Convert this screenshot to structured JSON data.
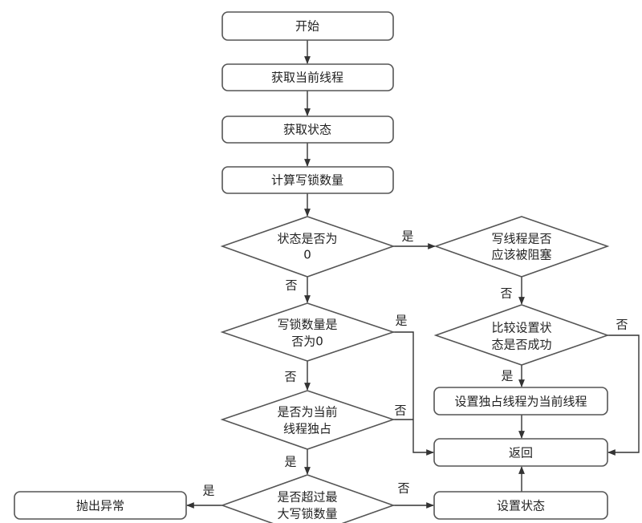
{
  "diagram": {
    "type": "flowchart",
    "nodes": {
      "start": {
        "shape": "rounded-rect",
        "lines": [
          "开始"
        ]
      },
      "get_thread": {
        "shape": "rounded-rect",
        "lines": [
          "获取当前线程"
        ]
      },
      "get_state": {
        "shape": "rounded-rect",
        "lines": [
          "获取状态"
        ]
      },
      "calc_write_count": {
        "shape": "rounded-rect",
        "lines": [
          "计算写锁数量"
        ]
      },
      "state_zero": {
        "shape": "diamond",
        "lines": [
          "状态是否为",
          "0"
        ]
      },
      "writer_should_block": {
        "shape": "diamond",
        "lines": [
          "写线程是否",
          "应该被阻塞"
        ]
      },
      "write_count_zero": {
        "shape": "diamond",
        "lines": [
          "写锁数量是",
          "否为0"
        ]
      },
      "cas_success": {
        "shape": "diamond",
        "lines": [
          "比较设置状",
          "态是否成功"
        ]
      },
      "is_exclusive_owner": {
        "shape": "diamond",
        "lines": [
          "是否为当前",
          "线程独占"
        ]
      },
      "set_owner": {
        "shape": "rounded-rect",
        "lines": [
          "设置独占线程为当前线程"
        ]
      },
      "return": {
        "shape": "rounded-rect",
        "lines": [
          "返回"
        ]
      },
      "exceeds_max": {
        "shape": "diamond",
        "lines": [
          "是否超过最",
          "大写锁数量"
        ]
      },
      "throw_exception": {
        "shape": "rounded-rect",
        "lines": [
          "抛出异常"
        ]
      },
      "set_state": {
        "shape": "rounded-rect",
        "lines": [
          "设置状态"
        ]
      }
    },
    "edges": [
      {
        "from": "start",
        "to": "get_thread",
        "label": ""
      },
      {
        "from": "get_thread",
        "to": "get_state",
        "label": ""
      },
      {
        "from": "get_state",
        "to": "calc_write_count",
        "label": ""
      },
      {
        "from": "calc_write_count",
        "to": "state_zero",
        "label": ""
      },
      {
        "from": "state_zero",
        "to": "writer_should_block",
        "label": "是"
      },
      {
        "from": "state_zero",
        "to": "write_count_zero",
        "label": "否"
      },
      {
        "from": "writer_should_block",
        "to": "cas_success",
        "label": "否"
      },
      {
        "from": "cas_success",
        "to": "set_owner",
        "label": "是"
      },
      {
        "from": "cas_success",
        "to": "return",
        "label": "否"
      },
      {
        "from": "set_owner",
        "to": "return",
        "label": ""
      },
      {
        "from": "write_count_zero",
        "to": "return",
        "label": "是"
      },
      {
        "from": "write_count_zero",
        "to": "is_exclusive_owner",
        "label": "否"
      },
      {
        "from": "is_exclusive_owner",
        "to": "return",
        "label": "否"
      },
      {
        "from": "is_exclusive_owner",
        "to": "exceeds_max",
        "label": "是"
      },
      {
        "from": "exceeds_max",
        "to": "throw_exception",
        "label": "是"
      },
      {
        "from": "exceeds_max",
        "to": "set_state",
        "label": "否"
      },
      {
        "from": "set_state",
        "to": "return",
        "label": ""
      }
    ],
    "labels": {
      "yes": "是",
      "no": "否"
    }
  }
}
